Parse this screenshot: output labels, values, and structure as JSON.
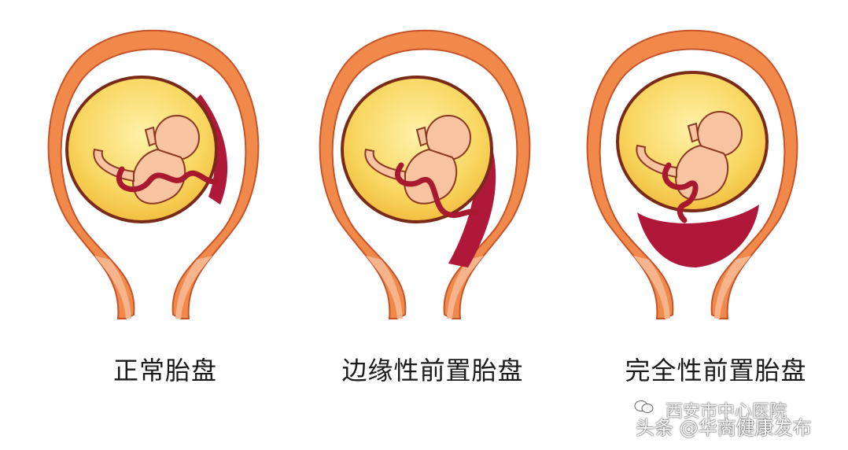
{
  "panels": [
    {
      "id": "normal",
      "label": "正常胎盘",
      "type": "normal"
    },
    {
      "id": "marginal",
      "label": "边缘性前置胎盘",
      "type": "marginal"
    },
    {
      "id": "complete",
      "label": "完全性前置胎盘",
      "type": "complete"
    }
  ],
  "watermark": {
    "hospital": "西安市中心医院",
    "outlet": "头条 @华商健康发布"
  },
  "colors": {
    "uterus_outer": "#f0894a",
    "uterus_inner": "#f6a878",
    "sac_line": "#7a2a18",
    "amniotic_fluid": "#f8d660",
    "fetus_skin": "#f7c3a0",
    "placenta": "#b0183a",
    "cord": "#a8182e",
    "cervix": "#f5b48c"
  }
}
